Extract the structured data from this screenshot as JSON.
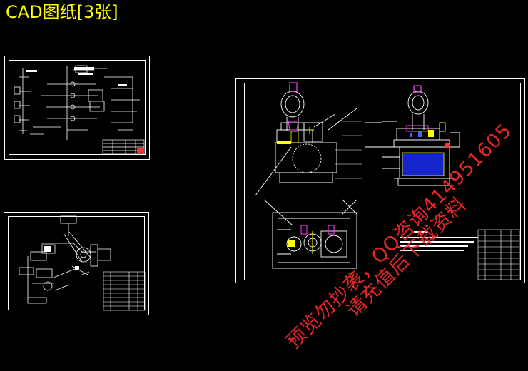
{
  "header": {
    "title": "CAD图纸[3张]"
  },
  "watermark": {
    "line1": "预览勿抄袭，QQ咨询414951605",
    "line2": "请充值后下载资料"
  },
  "colors": {
    "background": "#000000",
    "title": "#ffff00",
    "frame": "#ffffff",
    "drawing": "#ffffff",
    "accent_magenta": "#ff40ff",
    "accent_blue": "#3a6cff",
    "accent_yellow": "#ffff00",
    "accent_red": "#ff3030",
    "watermark": "#ff2a2a"
  },
  "sheets": [
    {
      "id": "sheet-1",
      "type": "circuit-schematic"
    },
    {
      "id": "sheet-2",
      "type": "mechanical-schematic"
    },
    {
      "id": "sheet-3",
      "type": "assembly-drawing"
    }
  ]
}
